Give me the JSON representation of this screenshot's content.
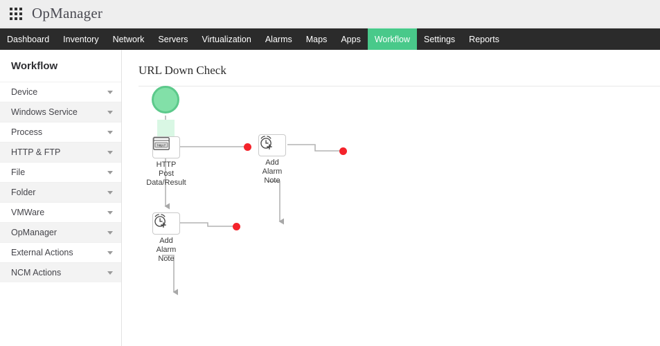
{
  "brand": {
    "apps_icon": "apps-grid-icon",
    "title": "OpManager"
  },
  "nav": {
    "items": [
      {
        "label": "Dashboard",
        "active": false
      },
      {
        "label": "Inventory",
        "active": false
      },
      {
        "label": "Network",
        "active": false
      },
      {
        "label": "Servers",
        "active": false
      },
      {
        "label": "Virtualization",
        "active": false
      },
      {
        "label": "Alarms",
        "active": false
      },
      {
        "label": "Maps",
        "active": false
      },
      {
        "label": "Apps",
        "active": false
      },
      {
        "label": "Workflow",
        "active": true
      },
      {
        "label": "Settings",
        "active": false
      },
      {
        "label": "Reports",
        "active": false
      }
    ],
    "active_color": "#49c98a",
    "bar_color": "#2b2b2b"
  },
  "sidebar": {
    "title": "Workflow",
    "items": [
      {
        "label": "Device"
      },
      {
        "label": "Windows Service"
      },
      {
        "label": "Process"
      },
      {
        "label": "HTTP & FTP"
      },
      {
        "label": "File"
      },
      {
        "label": "Folder"
      },
      {
        "label": "VMWare"
      },
      {
        "label": "OpManager"
      },
      {
        "label": "External Actions"
      },
      {
        "label": "NCM Actions"
      }
    ]
  },
  "main": {
    "page_title": "URL Down Check"
  },
  "diagram": {
    "start_node": {
      "name": "start-node",
      "color": "#82e0a8",
      "border_color": "#5cc98b"
    },
    "nodes": [
      {
        "id": "http-post",
        "icon": "http-browser-icon",
        "label": "HTTP\nPost\nData/Result",
        "label_lines": [
          "HTTP",
          "Post",
          "Data/Result"
        ]
      },
      {
        "id": "add-alarm-note-1",
        "icon": "alarm-clock-plus-icon",
        "label_lines": [
          "Add",
          "Alarm",
          "Note"
        ]
      },
      {
        "id": "add-alarm-note-2",
        "icon": "alarm-clock-plus-icon",
        "label_lines": [
          "Add",
          "Alarm",
          "Note"
        ]
      }
    ],
    "endpoint_color": "#f4232b",
    "connector_color": "#b4b4b4",
    "endpoints": 3
  }
}
